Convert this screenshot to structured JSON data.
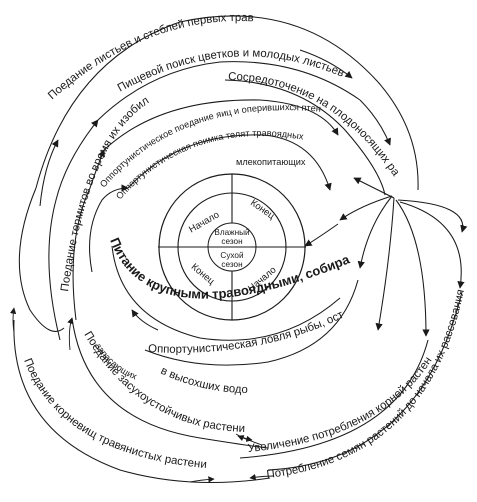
{
  "labels": {
    "leaves_first_grasses": "Поедание листьев и стеблей первых трав",
    "search_flowers": "Пищевой поиск цветков и молодых листьев",
    "fruiting_plants": "Сосредоточение на плодоносящих растениях",
    "opp_eggs": "Оппортунистическое поедание яиц и оперившихся птенцов",
    "opp_calves_1": "Оппортунистическая  поимка телят травоядных",
    "opp_calves_2": "млекопитающих",
    "termites": "Поедание термитов во время их изобилия",
    "big_herbivores_1": "Питание крупными травоядными, собиравшимися около воды",
    "big_herbivores_2": "Оппортунистическая ловля рыбы, оставшейся",
    "big_herbivores_3": "в высохших водоемах",
    "drought_1": "Поедание засухоустойчивых растений,",
    "drought_2": "запасающих в себе влагу",
    "roots": "Поедание корневищ травянистых растений",
    "more_roots": "Увеличение потребления корней растений",
    "seeds": "Потребление семян растений до начала их рассевания"
  },
  "center": {
    "start_top": "Начало",
    "end_top": "Конец",
    "end_bottom": "Конец",
    "start_bottom": "Начало",
    "wet_1": "Влажный",
    "wet_2": "сезон",
    "dry_1": "Сухой",
    "dry_2": "сезон"
  }
}
